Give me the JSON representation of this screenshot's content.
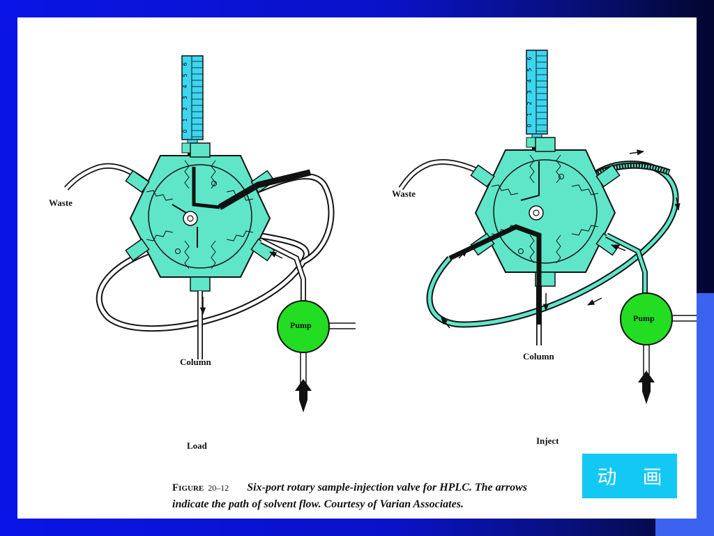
{
  "labels": {
    "left_waste": "Waste",
    "left_column": "Column",
    "left_pump": "Pump",
    "left_mode": "Load",
    "right_waste": "Waste",
    "right_column": "Column",
    "right_pump": "Pump",
    "right_mode": "Inject"
  },
  "syringe_scale": "0 1 2 3 4 5 6",
  "caption": {
    "figure_word": "Figure",
    "figure_number": "20–12",
    "text_line1": "Six-port rotary sample-injection valve for HPLC. The arrows",
    "text_line2": "indicate the path of solvent flow. Courtesy of Varian Associates."
  },
  "animate_button": "动 画",
  "colors": {
    "valve_fill": "#5fe6c8",
    "pump_fill": "#22dd22",
    "syringe_fill": "#3cd6f0",
    "button_bg": "#14c8f4",
    "frame_blue": "#0a14e6"
  }
}
